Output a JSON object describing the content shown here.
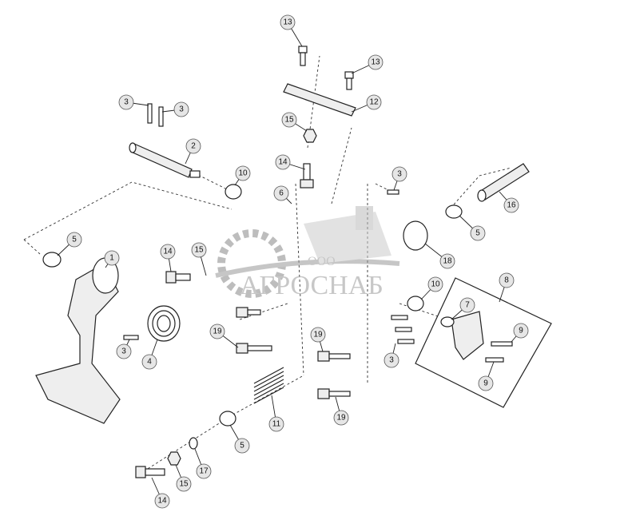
{
  "watermark": {
    "company_prefix": "ООО",
    "company_name": "АГРОСНАБ"
  },
  "callouts": [
    "13",
    "13",
    "12",
    "15",
    "14",
    "6",
    "3",
    "3",
    "2",
    "10",
    "3",
    "16",
    "5",
    "18",
    "5",
    "1",
    "14",
    "15",
    "8",
    "10",
    "7",
    "9",
    "9",
    "19",
    "19",
    "3",
    "4",
    "3",
    "11",
    "19",
    "5",
    "17",
    "15",
    "14"
  ]
}
